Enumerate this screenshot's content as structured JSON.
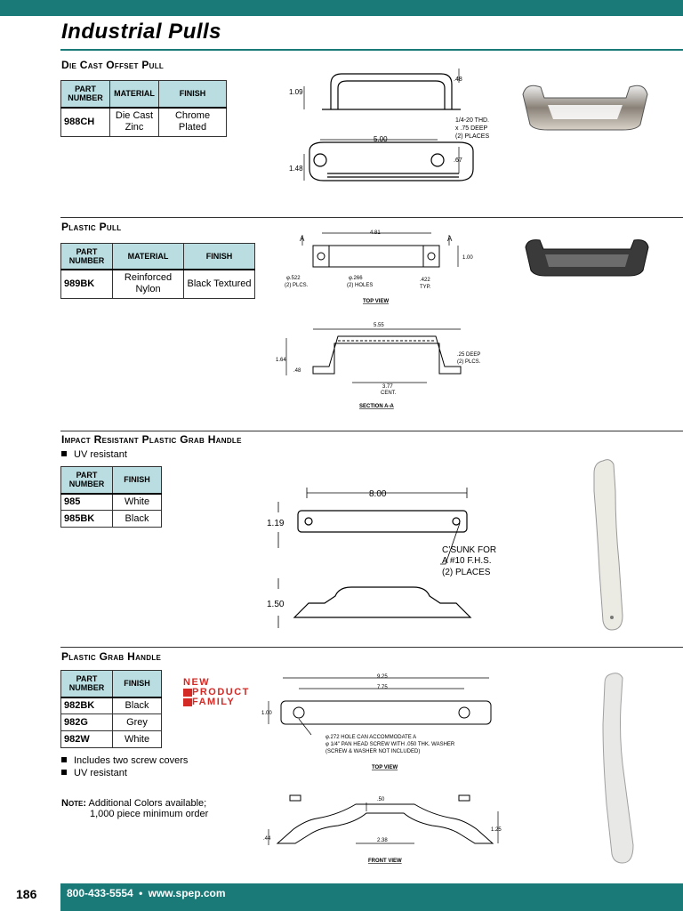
{
  "page": {
    "title": "Industrial Pulls",
    "page_number": "186",
    "footer_phone": "800-433-5554",
    "footer_sep": "•",
    "footer_url": "www.spep.com"
  },
  "sections": [
    {
      "title": "Die Cast Offset Pull",
      "headers": [
        "PART NUMBER",
        "MATERIAL",
        "FINISH"
      ],
      "rows": [
        [
          "988CH",
          "Die Cast Zinc",
          "Chrome Plated"
        ]
      ],
      "drawing": {
        "dim_height": "1.09",
        "dim_top": ".48",
        "dim_width": "5.00",
        "dim_depth": "1.48",
        "dim_side": ".67",
        "thread_note": [
          "1/4-20 THD.",
          "x .75 DEEP",
          "(2) PLACES"
        ]
      }
    },
    {
      "title": "Plastic Pull",
      "headers": [
        "PART NUMBER",
        "MATERIAL",
        "FINISH"
      ],
      "rows": [
        [
          "989BK",
          "Reinforced Nylon",
          "Black Textured"
        ]
      ],
      "drawing": {
        "dim_width": "4.81",
        "dim_height": "1.00",
        "mark_a": "A",
        "dia1": "φ.522",
        "dia1_note": "(2) PLCS.",
        "dia2": "φ.266",
        "dia2_note": "(2) HOLES",
        "side": ".422",
        "side_note": "TYP.",
        "top_view": "TOP VIEW",
        "sec_width": "5.55",
        "sec_height": "1.64",
        "sec_base": ".48",
        "sec_deep": ".25 DEEP",
        "sec_deep_note": "(2) PLCS.",
        "sec_cent": "3.77",
        "sec_cent_note": "CENT.",
        "section_label": "SECTION A-A"
      }
    },
    {
      "title": "Impact Resistant Plastic Grab Handle",
      "bullets": [
        "UV resistant"
      ],
      "headers": [
        "PART NUMBER",
        "FINISH"
      ],
      "rows": [
        [
          "985",
          "White"
        ],
        [
          "985BK",
          "Black"
        ]
      ],
      "drawing": {
        "dim_width": "8.00",
        "dim_height": "1.19",
        "dim_depth": "1.50",
        "csunk": [
          "C’SUNK FOR",
          "A #10 F.H.S.",
          "(2) PLACES"
        ]
      }
    },
    {
      "title": "Plastic Grab Handle",
      "headers": [
        "PART NUMBER",
        "FINISH"
      ],
      "rows": [
        [
          "982BK",
          "Black"
        ],
        [
          "982G",
          "Grey"
        ],
        [
          "982W",
          "White"
        ]
      ],
      "bullets": [
        "Includes two screw covers",
        "UV resistant"
      ],
      "note_label": "Note:",
      "note_text": [
        "Additional Colors available;",
        "1,000 piece minimum order"
      ],
      "badge": [
        "NEW",
        "PRODUCT",
        "FAMILY"
      ],
      "drawing": {
        "dim_overall": "9.25",
        "dim_centers": "7.75",
        "dim_height": "1.00",
        "hole_note": [
          "φ.272 HOLE CAN  ACCOMMODATE A",
          "φ 1/4\" PAN HEAD SCREW WITH .050 THK. WASHER",
          "(SCREW & WASHER NOT INCLUDED)"
        ],
        "top_view": "TOP VIEW",
        "front_a": ".50",
        "front_b": ".44",
        "front_c": "2.38",
        "front_d": "1.25",
        "front_view": "FRONT VIEW"
      }
    }
  ],
  "colors": {
    "accent": "#1a7a78",
    "table_header": "#b9dde0",
    "badge": "#d42a26"
  }
}
